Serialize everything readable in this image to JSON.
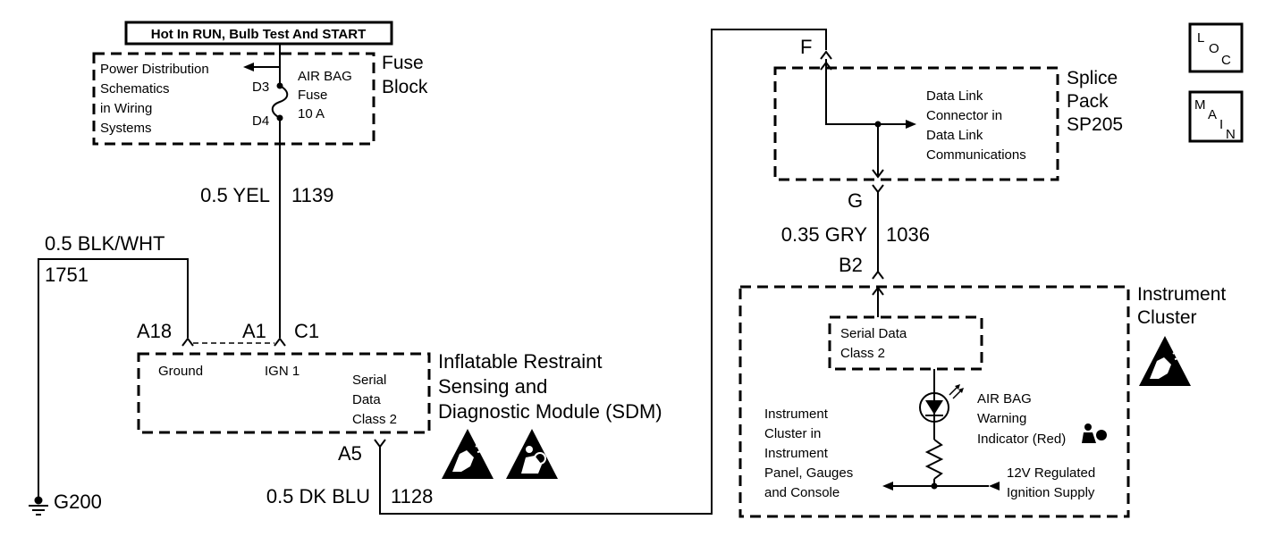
{
  "top_banner": "Hot In RUN, Bulb Test And START",
  "fuse_block": {
    "title_lines": [
      "Fuse",
      "Block"
    ],
    "power_dist_lines": [
      "Power Distribution",
      "Schematics",
      "in Wiring",
      "Systems"
    ],
    "fuse_label_lines": [
      "AIR BAG",
      "Fuse",
      "10 A"
    ],
    "pin_top": "D3",
    "pin_bottom": "D4"
  },
  "wires": {
    "yel_gauge": "0.5 YEL",
    "yel_circuit": "1139",
    "blk_gauge": "0.5 BLK/WHT",
    "blk_circuit": "1751",
    "blu_gauge": "0.5 DK BLU",
    "blu_circuit": "1128",
    "gry_gauge": "0.35 GRY",
    "gry_circuit": "1036"
  },
  "ground": {
    "label": "G200"
  },
  "sdm": {
    "title_lines": [
      "Inflatable Restraint",
      "Sensing and",
      "Diagnostic Module (SDM)"
    ],
    "pin_a18": "A18",
    "pin_a1": "A1",
    "pin_c1": "C1",
    "pin_a5": "A5",
    "ground_label": "Ground",
    "ign_label": "IGN 1",
    "serial_lines": [
      "Serial",
      "Data",
      "Class 2"
    ]
  },
  "splice_pack": {
    "title_lines": [
      "Splice",
      "Pack",
      "SP205"
    ],
    "pin_f": "F",
    "pin_g": "G",
    "dlc_lines": [
      "Data Link",
      "Connector in",
      "Data Link",
      "Communications"
    ]
  },
  "instrument_cluster": {
    "title_lines": [
      "Instrument",
      "Cluster"
    ],
    "pin_b2": "B2",
    "serial_lines": [
      "Serial Data",
      "Class 2"
    ],
    "indicator_lines": [
      "AIR BAG",
      "Warning",
      "Indicator (Red)"
    ],
    "location_lines": [
      "Instrument",
      "Cluster in",
      "Instrument",
      "Panel, Gauges",
      "and Console"
    ],
    "supply_lines": [
      "12V Regulated",
      "Ignition Supply"
    ]
  },
  "nav": {
    "loc": [
      "L",
      "O",
      "C"
    ],
    "main": [
      "M",
      "A",
      "I",
      "N"
    ]
  }
}
